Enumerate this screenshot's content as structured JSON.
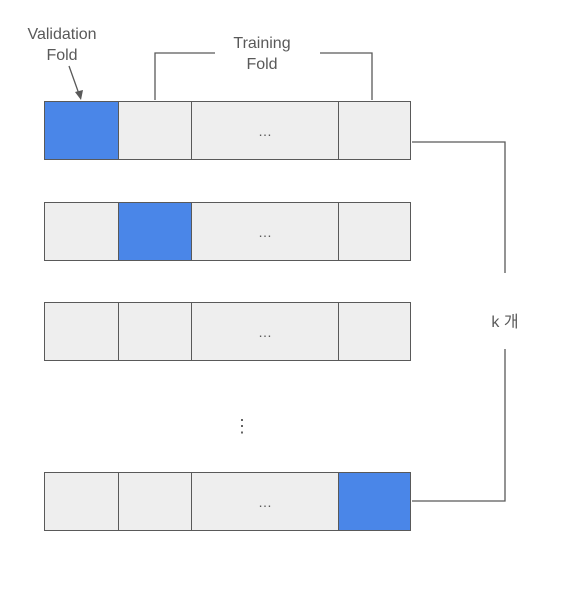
{
  "labels": {
    "validation_line1": "Validation",
    "validation_line2": "Fold",
    "training_line1": "Training",
    "training_line2": "Fold",
    "k_label": "k 개",
    "vertical_ellipsis": "⋮"
  },
  "rows": [
    {
      "cells": [
        "",
        "",
        "…",
        ""
      ],
      "validation_index": 0
    },
    {
      "cells": [
        "",
        "",
        "…",
        ""
      ],
      "validation_index": 1
    },
    {
      "cells": [
        "",
        "",
        "…",
        ""
      ],
      "validation_index": null
    },
    {
      "cells": [
        "",
        "",
        "…",
        ""
      ],
      "validation_index": 3
    }
  ],
  "colors": {
    "validation_fill": "#4a86e8",
    "training_fill": "#eeeeee",
    "line": "#595959"
  }
}
